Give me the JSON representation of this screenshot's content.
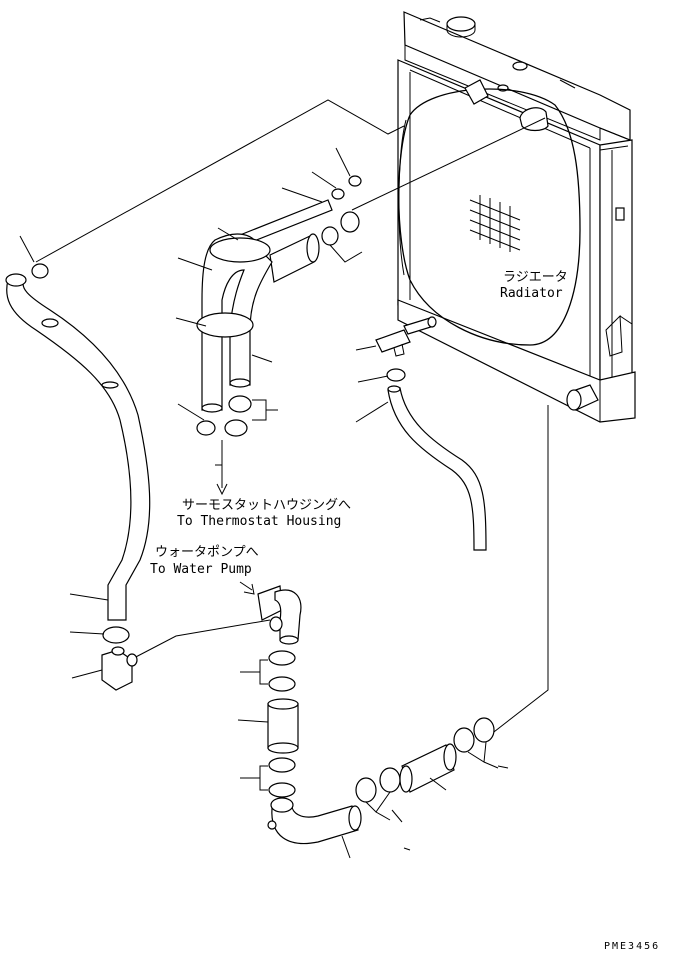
{
  "labels": {
    "radiator_jp": "ラジエータ",
    "radiator_en": "Radiator",
    "thermostat_jp": "サーモスタットハウジングへ",
    "thermostat_en": "To Thermostat Housing",
    "waterpump_jp": "ウォータポンプへ",
    "waterpump_en": "To Water Pump"
  },
  "drawing_code": "PME3456"
}
